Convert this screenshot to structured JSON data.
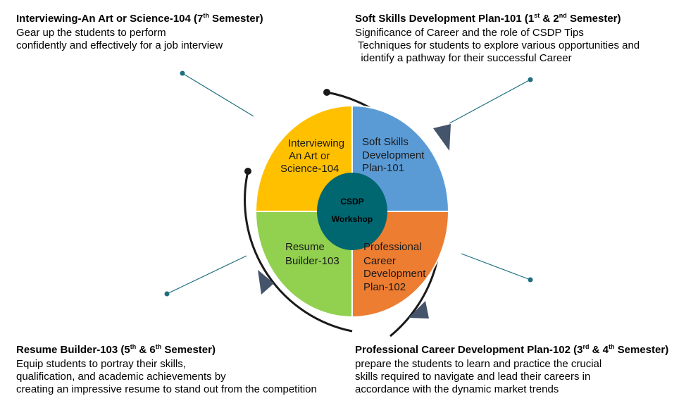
{
  "top_left": {
    "title_main": "Interviewing-An Art or Science-104 (7",
    "title_sup": "th",
    "title_end": " Semester)",
    "lines": [
      "Gear up the students to perform",
      "confidently and effectively for a job interview"
    ]
  },
  "top_right": {
    "title_main": "Soft Skills Development Plan-101 (1",
    "title_sup1": "st",
    "title_mid": " & 2",
    "title_sup2": "nd",
    "title_end": " Semester)",
    "lines": [
      "Significance of Career and the role of CSDP Tips",
      " Techniques for students to explore various opportunities and",
      "  identify a pathway for their successful Career"
    ]
  },
  "bottom_left": {
    "title_main": "Resume Builder-103 (5",
    "title_sup1": "th",
    "title_mid": " & 6",
    "title_sup2": "th",
    "title_end": " Semester)",
    "lines": [
      "Equip students to portray their skills,",
      "qualification, and academic achievements by",
      "creating an impressive resume to stand out from the competition"
    ]
  },
  "bottom_right": {
    "title_main": "Professional Career Development Plan-102 (3",
    "title_sup1": "rd",
    "title_mid": " & 4",
    "title_sup2": "th",
    "title_end": " Semester)",
    "lines": [
      "prepare the students to learn and practice the crucial",
      "skills required to navigate and lead their careers in",
      "accordance with the dynamic market trends"
    ]
  },
  "quadrants": {
    "interviewing": {
      "lines": [
        "Interviewing",
        "An Art or",
        "Science-104"
      ],
      "color": "#FFC000"
    },
    "soft_skills": {
      "lines": [
        "Soft Skills",
        "Development",
        "Plan-101"
      ],
      "color": "#5B9BD5"
    },
    "professional": {
      "lines": [
        "Professional",
        "Career",
        "Development",
        "Plan-102"
      ],
      "color": "#ED7D31"
    },
    "resume": {
      "lines": [
        "Resume",
        "Builder-103"
      ],
      "color": "#92D050"
    }
  },
  "center": {
    "lines": [
      "CSDP",
      "Workshop"
    ],
    "color": "#006670"
  },
  "connector_color": "#1F6F80",
  "ring_color": "#1a1a1a",
  "arrow_color": "#44546A"
}
